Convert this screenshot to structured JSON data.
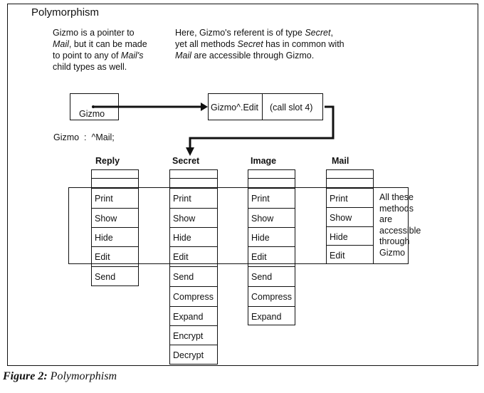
{
  "figure": {
    "title": "Polymorphism",
    "left_text": {
      "line1": "Gizmo is a pointer to",
      "line2_em": "Mail",
      "line2_rest": ", but it can be made",
      "line3_pre": "to point to any of ",
      "line3_em": "Mail's",
      "line4": "child types as well."
    },
    "right_text": {
      "line1_pre": "Here, Gizmo's referent is of type ",
      "line1_em": "Secret",
      "line1_post": ",",
      "line2_pre": "yet all methods ",
      "line2_em": "Secret",
      "line2_post": " has in common with",
      "line3_em": "Mail",
      "line3_post": " are accessible through Gizmo."
    },
    "pointer_box_label": "Gizmo",
    "declaration": "Gizmo  :  ^Mail;",
    "call_box": {
      "expr": "Gizmo^.Edit",
      "slot": "(call slot 4)"
    },
    "vmts": [
      {
        "name": "Reply",
        "methods": [
          "Print",
          "Show",
          "Hide",
          "Edit",
          "Send"
        ]
      },
      {
        "name": "Secret",
        "methods": [
          "Print",
          "Show",
          "Hide",
          "Edit",
          "Send",
          "Compress",
          "Expand",
          "Encrypt",
          "Decrypt"
        ]
      },
      {
        "name": "Image",
        "methods": [
          "Print",
          "Show",
          "Hide",
          "Edit",
          "Send",
          "Compress",
          "Expand"
        ]
      },
      {
        "name": "Mail",
        "methods": [
          "Print",
          "Show",
          "Hide",
          "Edit"
        ]
      }
    ],
    "common_note": [
      "All these",
      "methods",
      "are",
      "accessible",
      "through",
      "Gizmo"
    ],
    "caption_label": "Figure 2:",
    "caption_title": "Polymorphism"
  }
}
